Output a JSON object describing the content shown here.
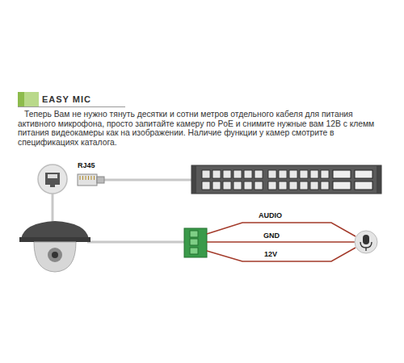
{
  "diagram": {
    "title": "EASY MIC",
    "labels": [
      "Теперь Вам не нужно тянуть десятки и сотни метров отдельного кабеля для питания активного микрофона, просто запитайте камеру по PoE и снимите нужные вам 12В с клемм питания видеокамеры как на изображении. Наличие функции у камер смотрите в спецификациях каталога.",
      "RJ45",
      "AUDIO",
      "GND",
      "12V"
    ]
  }
}
